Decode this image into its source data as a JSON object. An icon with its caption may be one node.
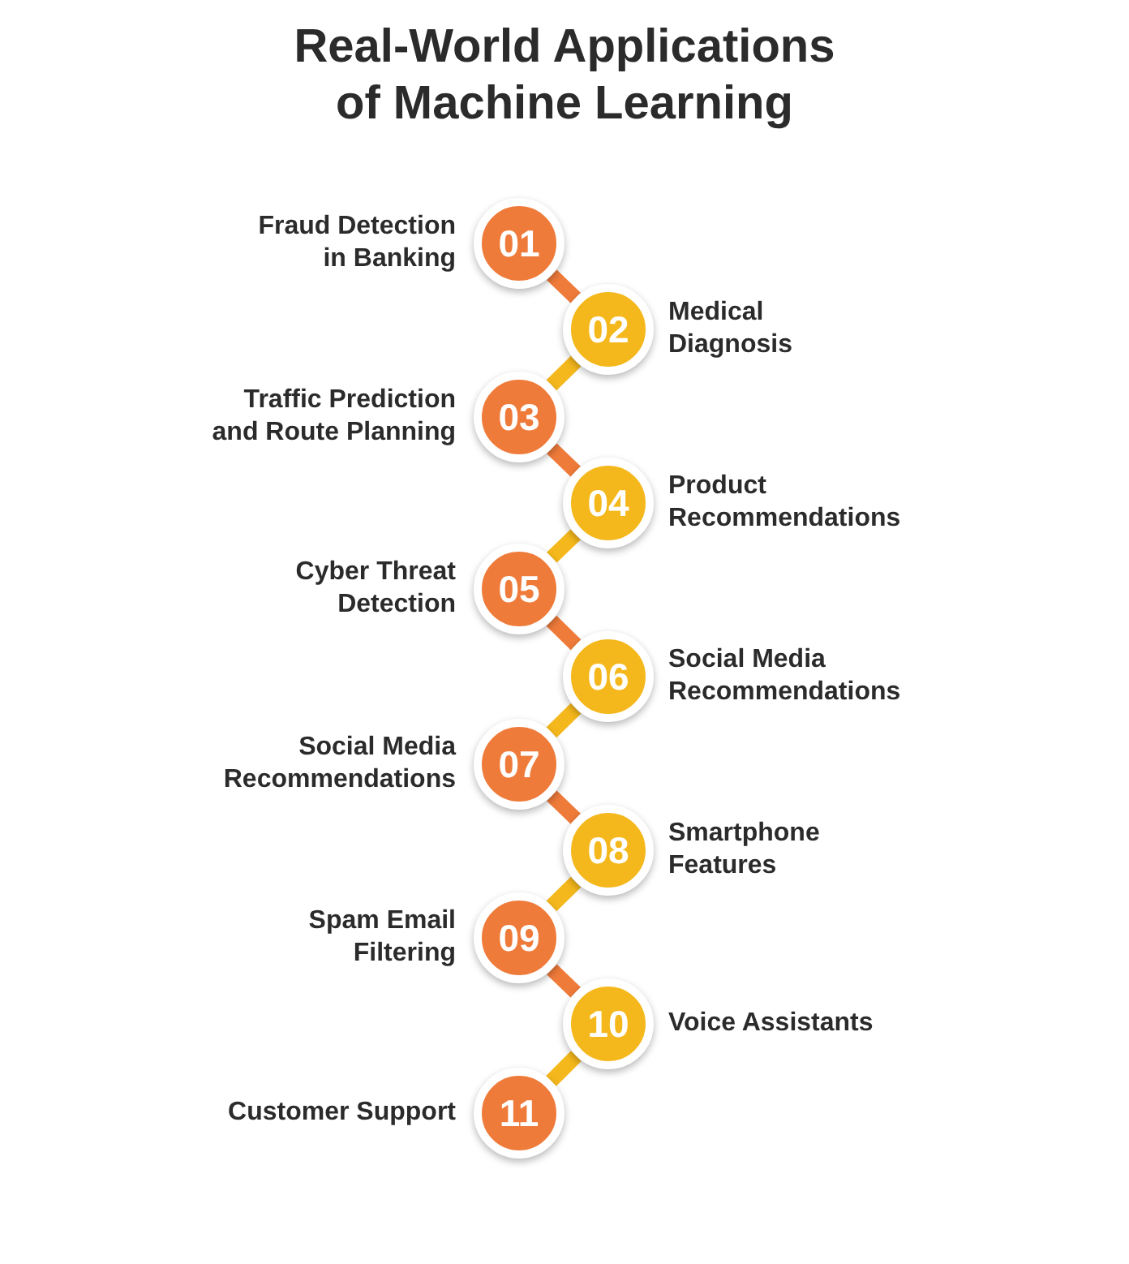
{
  "diagram": {
    "title": "Real-World Applications of Machine Learning",
    "nodes": [
      {
        "text": [
          "01"
        ],
        "beside": [
          "Fraud Detection in Banking"
        ]
      },
      {
        "text": [
          "02"
        ],
        "beside": [
          "Medical Diagnosis"
        ]
      },
      {
        "text": [
          "03"
        ],
        "beside": [
          "Traffic Prediction and Route Planning"
        ]
      },
      {
        "text": [
          "04"
        ],
        "beside": [
          "Product Recommendations"
        ]
      },
      {
        "text": [
          "05"
        ],
        "beside": [
          "Cyber Threat Detection"
        ]
      },
      {
        "text": [
          "06"
        ],
        "beside": [
          "Social Media Recommendations"
        ]
      },
      {
        "text": [
          "07"
        ],
        "beside": [
          "Social Media Recommendations"
        ]
      },
      {
        "text": [
          "08"
        ],
        "beside": [
          "Smartphone Features"
        ]
      },
      {
        "text": [
          "09"
        ],
        "beside": [
          "Spam Email Filtering"
        ]
      },
      {
        "text": [
          "10"
        ],
        "beside": [
          "Voice Assistants"
        ]
      },
      {
        "text": [
          "11"
        ],
        "beside": [
          "Customer Support"
        ]
      }
    ],
    "edges": [
      {
        "from": 0,
        "to": 1,
        "arrow": "none",
        "color": "#ef7b3a"
      },
      {
        "from": 1,
        "to": 2,
        "arrow": "none",
        "color": "#f5b81c"
      },
      {
        "from": 2,
        "to": 3,
        "arrow": "none",
        "color": "#ef7b3a"
      },
      {
        "from": 3,
        "to": 4,
        "arrow": "none",
        "color": "#f5b81c"
      },
      {
        "from": 4,
        "to": 5,
        "arrow": "none",
        "color": "#ef7b3a"
      },
      {
        "from": 5,
        "to": 6,
        "arrow": "none",
        "color": "#f5b81c"
      },
      {
        "from": 6,
        "to": 7,
        "arrow": "none",
        "color": "#ef7b3a"
      },
      {
        "from": 7,
        "to": 8,
        "arrow": "none",
        "color": "#f5b81c"
      },
      {
        "from": 8,
        "to": 9,
        "arrow": "none",
        "color": "#ef7b3a"
      },
      {
        "from": 9,
        "to": 10,
        "arrow": "none",
        "color": "#f5b81c"
      }
    ]
  }
}
